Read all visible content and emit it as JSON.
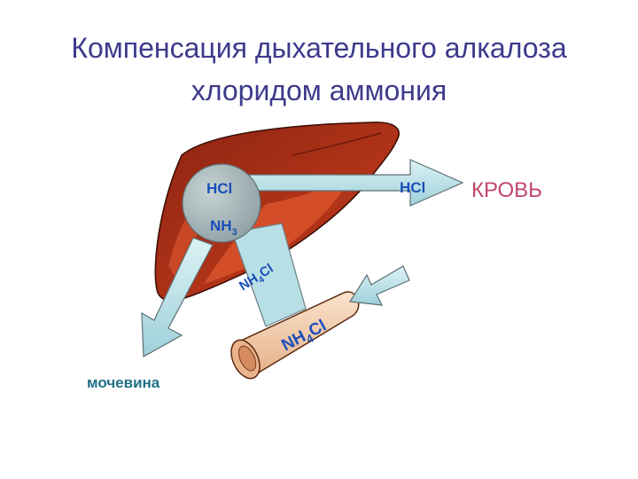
{
  "title": {
    "line1": "Компенсация дыхательного алкалоза",
    "line2": "хлоридом аммония"
  },
  "diagram": {
    "liver_circle": {
      "top_text": "HCl",
      "bottom_main": "NH",
      "bottom_sub": "3"
    },
    "arrow_blood_text": "HCl",
    "blood_label": "КРОВЬ",
    "connector_label": {
      "main": "NH",
      "sub": "4",
      "tail": "Cl"
    },
    "vessel_label": {
      "main": "NH",
      "sub": "4",
      "tail": "Cl"
    },
    "urea_label": "мочевина",
    "colors": {
      "title": "#3d3a8c",
      "liver": "#a8301a",
      "liver_light": "#d84a28",
      "arrow_fill": "#b8dfe6",
      "circle_fill": "#a9b8ba",
      "text_blue": "#1b4fb8",
      "blood_label": "#c2466a",
      "vessel": "#f2c9a3",
      "urea_label": "#1f6f86"
    }
  }
}
